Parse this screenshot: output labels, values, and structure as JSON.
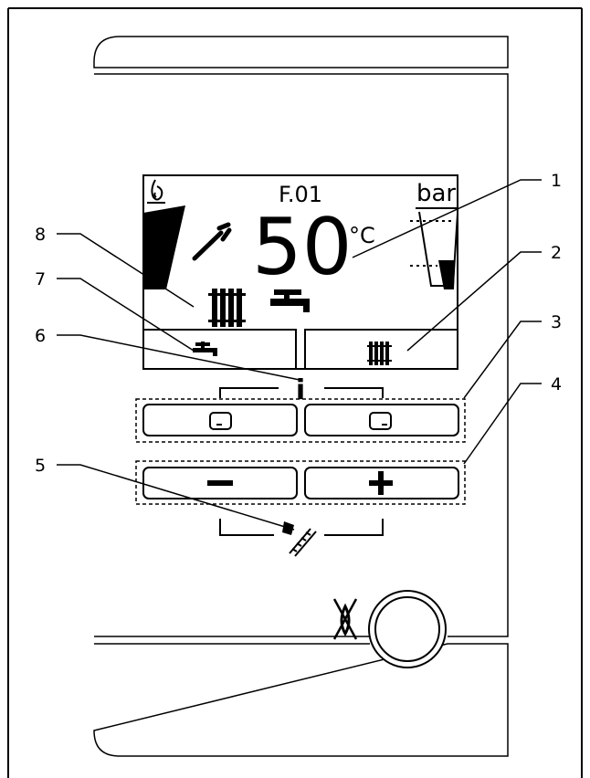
{
  "display": {
    "error_code": "F.01",
    "temperature": "50",
    "temperature_unit": "°C",
    "pressure_unit": "bar",
    "info_symbol": "i"
  },
  "buttons": {
    "minus_label": "−",
    "plus_label": "+"
  },
  "callouts": [
    "1",
    "2",
    "3",
    "4",
    "5",
    "6",
    "7",
    "8"
  ],
  "icons": [
    "flame-icon",
    "wrench-icon",
    "radiator-icon",
    "tap-icon",
    "chimney-sweep-icon",
    "burner-flame-icon",
    "soft-key-icon"
  ]
}
